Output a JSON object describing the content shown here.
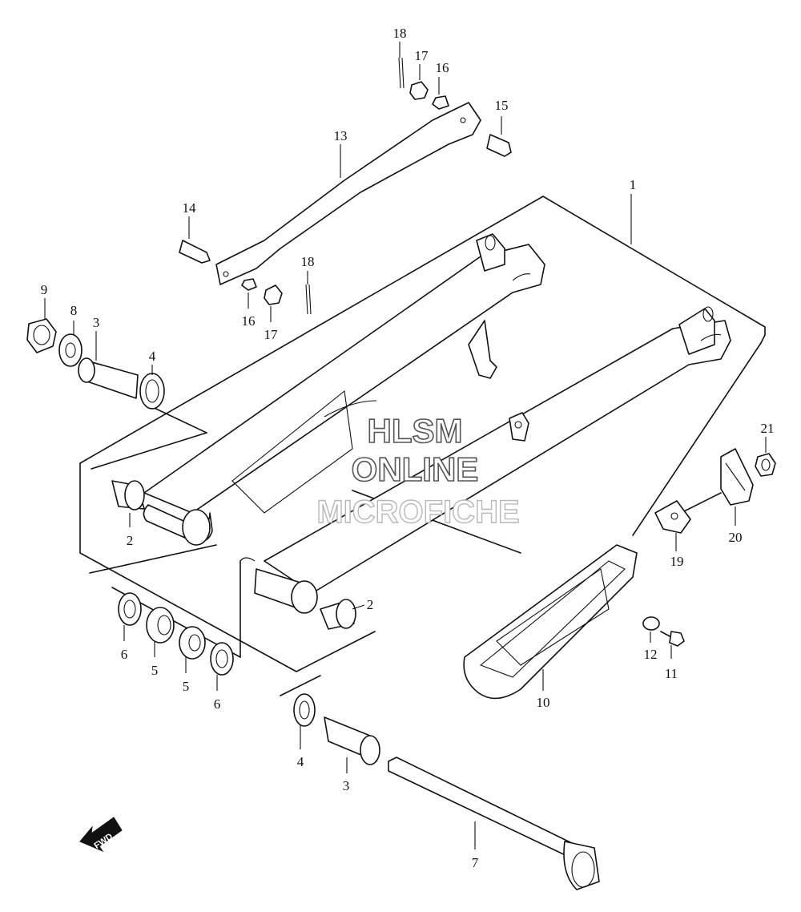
{
  "watermark": {
    "line1": "HLSM",
    "line2": "ONLINE",
    "line3": "MICROFICHE"
  },
  "direction_marker": "FWD",
  "callouts": {
    "c1": "1",
    "c2a": "2",
    "c2b": "2",
    "c3a": "3",
    "c3b": "3",
    "c4a": "4",
    "c4b": "4",
    "c5a": "5",
    "c5b": "5",
    "c6a": "6",
    "c6b": "6",
    "c7": "7",
    "c8": "8",
    "c9": "9",
    "c10": "10",
    "c11": "11",
    "c12": "12",
    "c13": "13",
    "c14": "14",
    "c15": "15",
    "c16a": "16",
    "c16b": "16",
    "c17a": "17",
    "c17b": "17",
    "c18a": "18",
    "c18b": "18",
    "c19": "19",
    "c20": "20",
    "c21": "21"
  }
}
